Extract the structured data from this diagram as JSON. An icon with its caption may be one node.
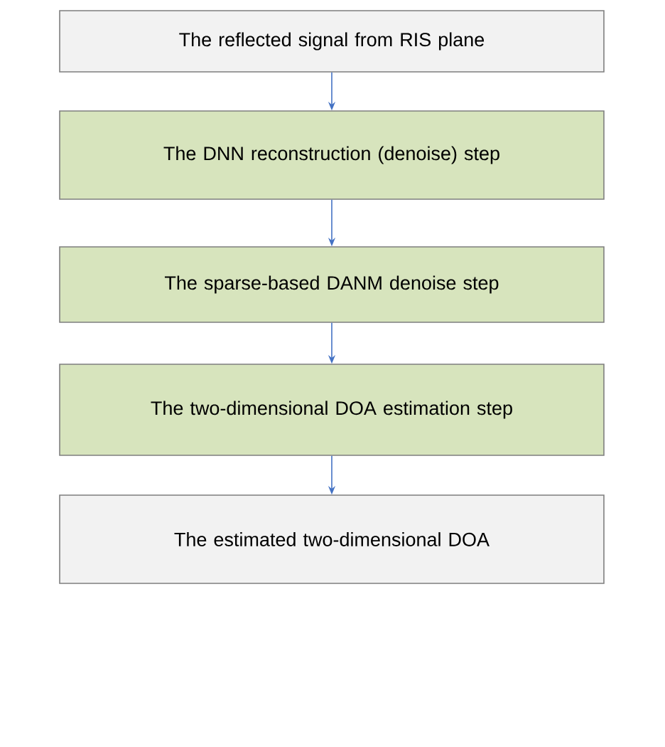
{
  "diagram": {
    "nodes": [
      {
        "text": [
          "The reflected signal from RIS plane"
        ]
      },
      {
        "text": [
          "The DNN reconstruction (denoise) step"
        ]
      },
      {
        "text": [
          "The sparse-based DANM denoise step"
        ]
      },
      {
        "text": [
          "The two-dimensional DOA estimation step"
        ]
      },
      {
        "text": [
          "The estimated two-dimensional DOA"
        ]
      }
    ],
    "edges": [
      {
        "from": 0,
        "to": 1,
        "arrow": "to"
      },
      {
        "from": 1,
        "to": 2,
        "arrow": "to"
      },
      {
        "from": 2,
        "to": 3,
        "arrow": "to"
      },
      {
        "from": 3,
        "to": 4,
        "arrow": "to"
      }
    ]
  }
}
